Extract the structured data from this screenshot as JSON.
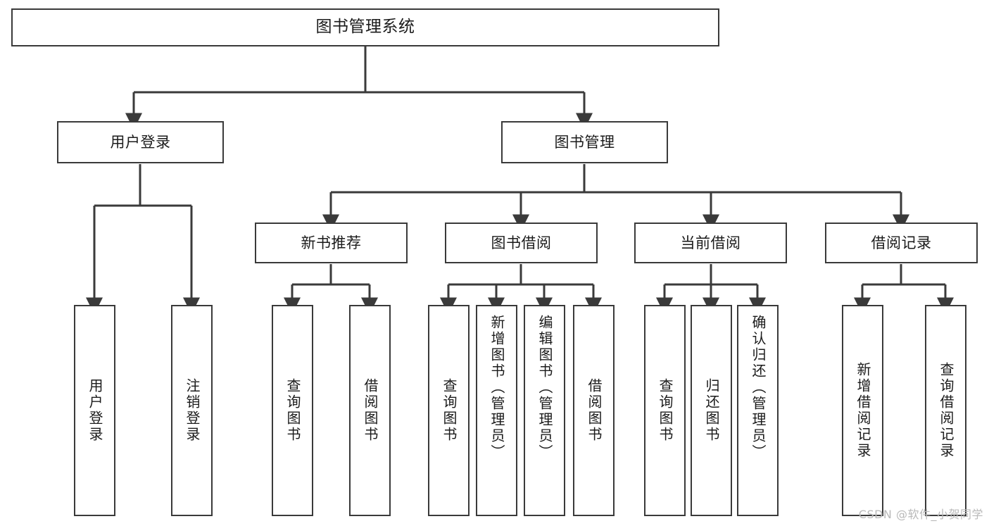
{
  "diagram": {
    "type": "tree",
    "title": "图书管理系统",
    "root": {
      "label": "图书管理系统"
    },
    "level2": [
      {
        "label": "用户登录"
      },
      {
        "label": "图书管理"
      }
    ],
    "level3": [
      {
        "label": "新书推荐"
      },
      {
        "label": "图书借阅"
      },
      {
        "label": "当前借阅"
      },
      {
        "label": "借阅记录"
      }
    ],
    "leaves": {
      "user_login": [
        {
          "label": "用户登录"
        },
        {
          "label": "注销登录"
        }
      ],
      "new_book_recommend": [
        {
          "label": "查询图书"
        },
        {
          "label": "借阅图书"
        }
      ],
      "book_borrow": [
        {
          "label": "查询图书"
        },
        {
          "label": "新增图书（管理员）"
        },
        {
          "label": "编辑图书（管理员）"
        },
        {
          "label": "借阅图书"
        }
      ],
      "current_borrow": [
        {
          "label": "查询图书"
        },
        {
          "label": "归还图书"
        },
        {
          "label": "确认归还（管理员）"
        }
      ],
      "borrow_record": [
        {
          "label": "新增借阅记录"
        },
        {
          "label": "查询借阅记录"
        }
      ]
    }
  },
  "watermark": {
    "text": "CSDN @软件_小贺同学"
  },
  "colors": {
    "border": "#3a3a3a",
    "background": "#ffffff",
    "text": "#1b1b1b",
    "watermark": "#b9b9b9"
  }
}
